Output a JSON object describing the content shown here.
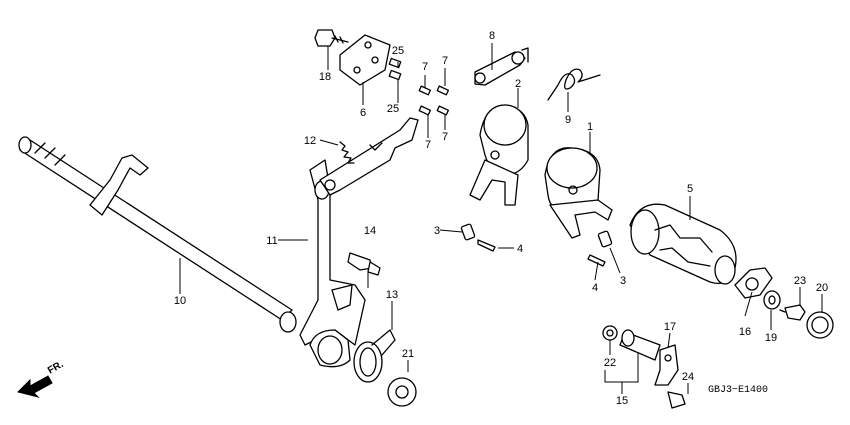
{
  "diagram": {
    "code": "GBJ3−E1400",
    "direction_label": "FR.",
    "callouts": {
      "c1": "1",
      "c2": "2",
      "c3a": "3",
      "c3b": "3",
      "c4a": "4",
      "c4b": "4",
      "c5": "5",
      "c6": "6",
      "c7a": "7",
      "c7b": "7",
      "c7c": "7",
      "c7d": "7",
      "c8": "8",
      "c9": "9",
      "c10": "10",
      "c11": "11",
      "c12": "12",
      "c13": "13",
      "c14": "14",
      "c15": "15",
      "c16": "16",
      "c17": "17",
      "c18": "18",
      "c19": "19",
      "c20": "20",
      "c21": "21",
      "c22": "22",
      "c23": "23",
      "c24": "24",
      "c25a": "25",
      "c25b": "25"
    }
  }
}
